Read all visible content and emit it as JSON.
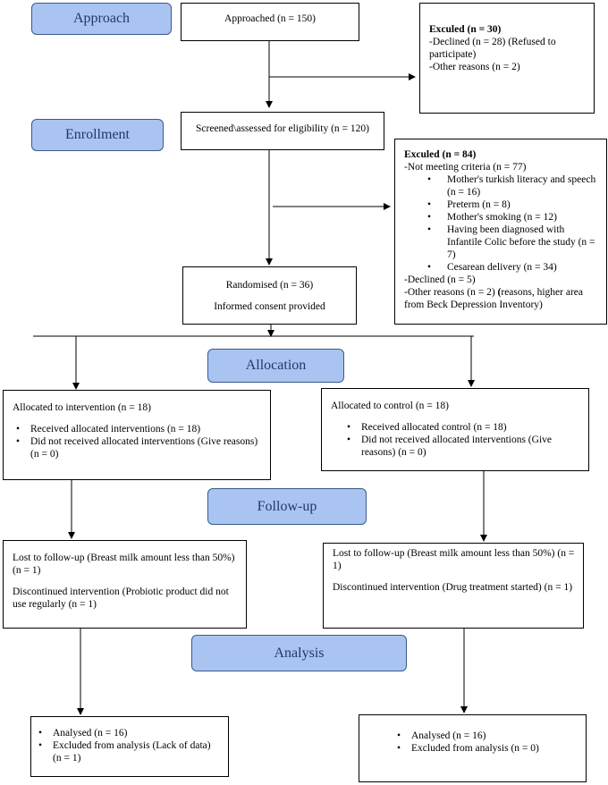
{
  "stages": {
    "approach": "Approach",
    "enrollment": "Enrollment",
    "allocation": "Allocation",
    "followup": "Follow-up",
    "analysis": "Analysis"
  },
  "approached": "Approached (n = 150)",
  "excluded1": {
    "title": "Exculed (n = 30)",
    "lines": [
      "-Declined (n = 28) (Refused to participate)",
      "-Other reasons (n = 2)"
    ]
  },
  "screened": "Screened\\assessed for eligibility (n = 120)",
  "excluded2": {
    "title": "Exculed (n = 84)",
    "not_meeting": "-Not meeting criteria (n = 77)",
    "criteria": [
      "Mother's turkish literacy and speech (n = 16)",
      "Preterm (n = 8)",
      "Mother's smoking (n = 12)",
      "Having been diagnosed with Infantile Colic before the study (n = 7)",
      "Cesarean delivery (n = 34)"
    ],
    "declined": "-Declined (n = 5)",
    "other_prefix": "-Other reasons (n = 2) ",
    "other_paren": "(",
    "other_rest": "reasons, higher area from Beck Depression Inventory)"
  },
  "randomised": {
    "line1": "Randomised (n = 36)",
    "line2": "Informed consent provided"
  },
  "alloc_intervention": {
    "title": "Allocated to intervention (n = 18)",
    "items": [
      "Received allocated interventions (n = 18)",
      "Did not received allocated interventions (Give reasons) (n = 0)"
    ]
  },
  "alloc_control": {
    "title": "Allocated to control (n = 18)",
    "items": [
      "Received allocated control (n = 18)",
      "Did not received allocated interventions (Give reasons) (n = 0)"
    ]
  },
  "follow_intervention": {
    "lost": "Lost to follow-up (Breast milk amount less than 50%) (n = 1)",
    "discontinued": "Discontinued intervention (Probiotic product did not use regularly (n = 1)"
  },
  "follow_control": {
    "lost": "Lost to follow-up (Breast milk amount less than 50%) (n = 1)",
    "discontinued": "Discontinued intervention (Drug treatment started) (n = 1)"
  },
  "analysis_intervention": [
    "Analysed (n = 16)",
    "Excluded from analysis (Lack of data) (n = 1)"
  ],
  "analysis_control": [
    "Analysed (n = 16)",
    "Excluded from analysis (n = 0)"
  ]
}
